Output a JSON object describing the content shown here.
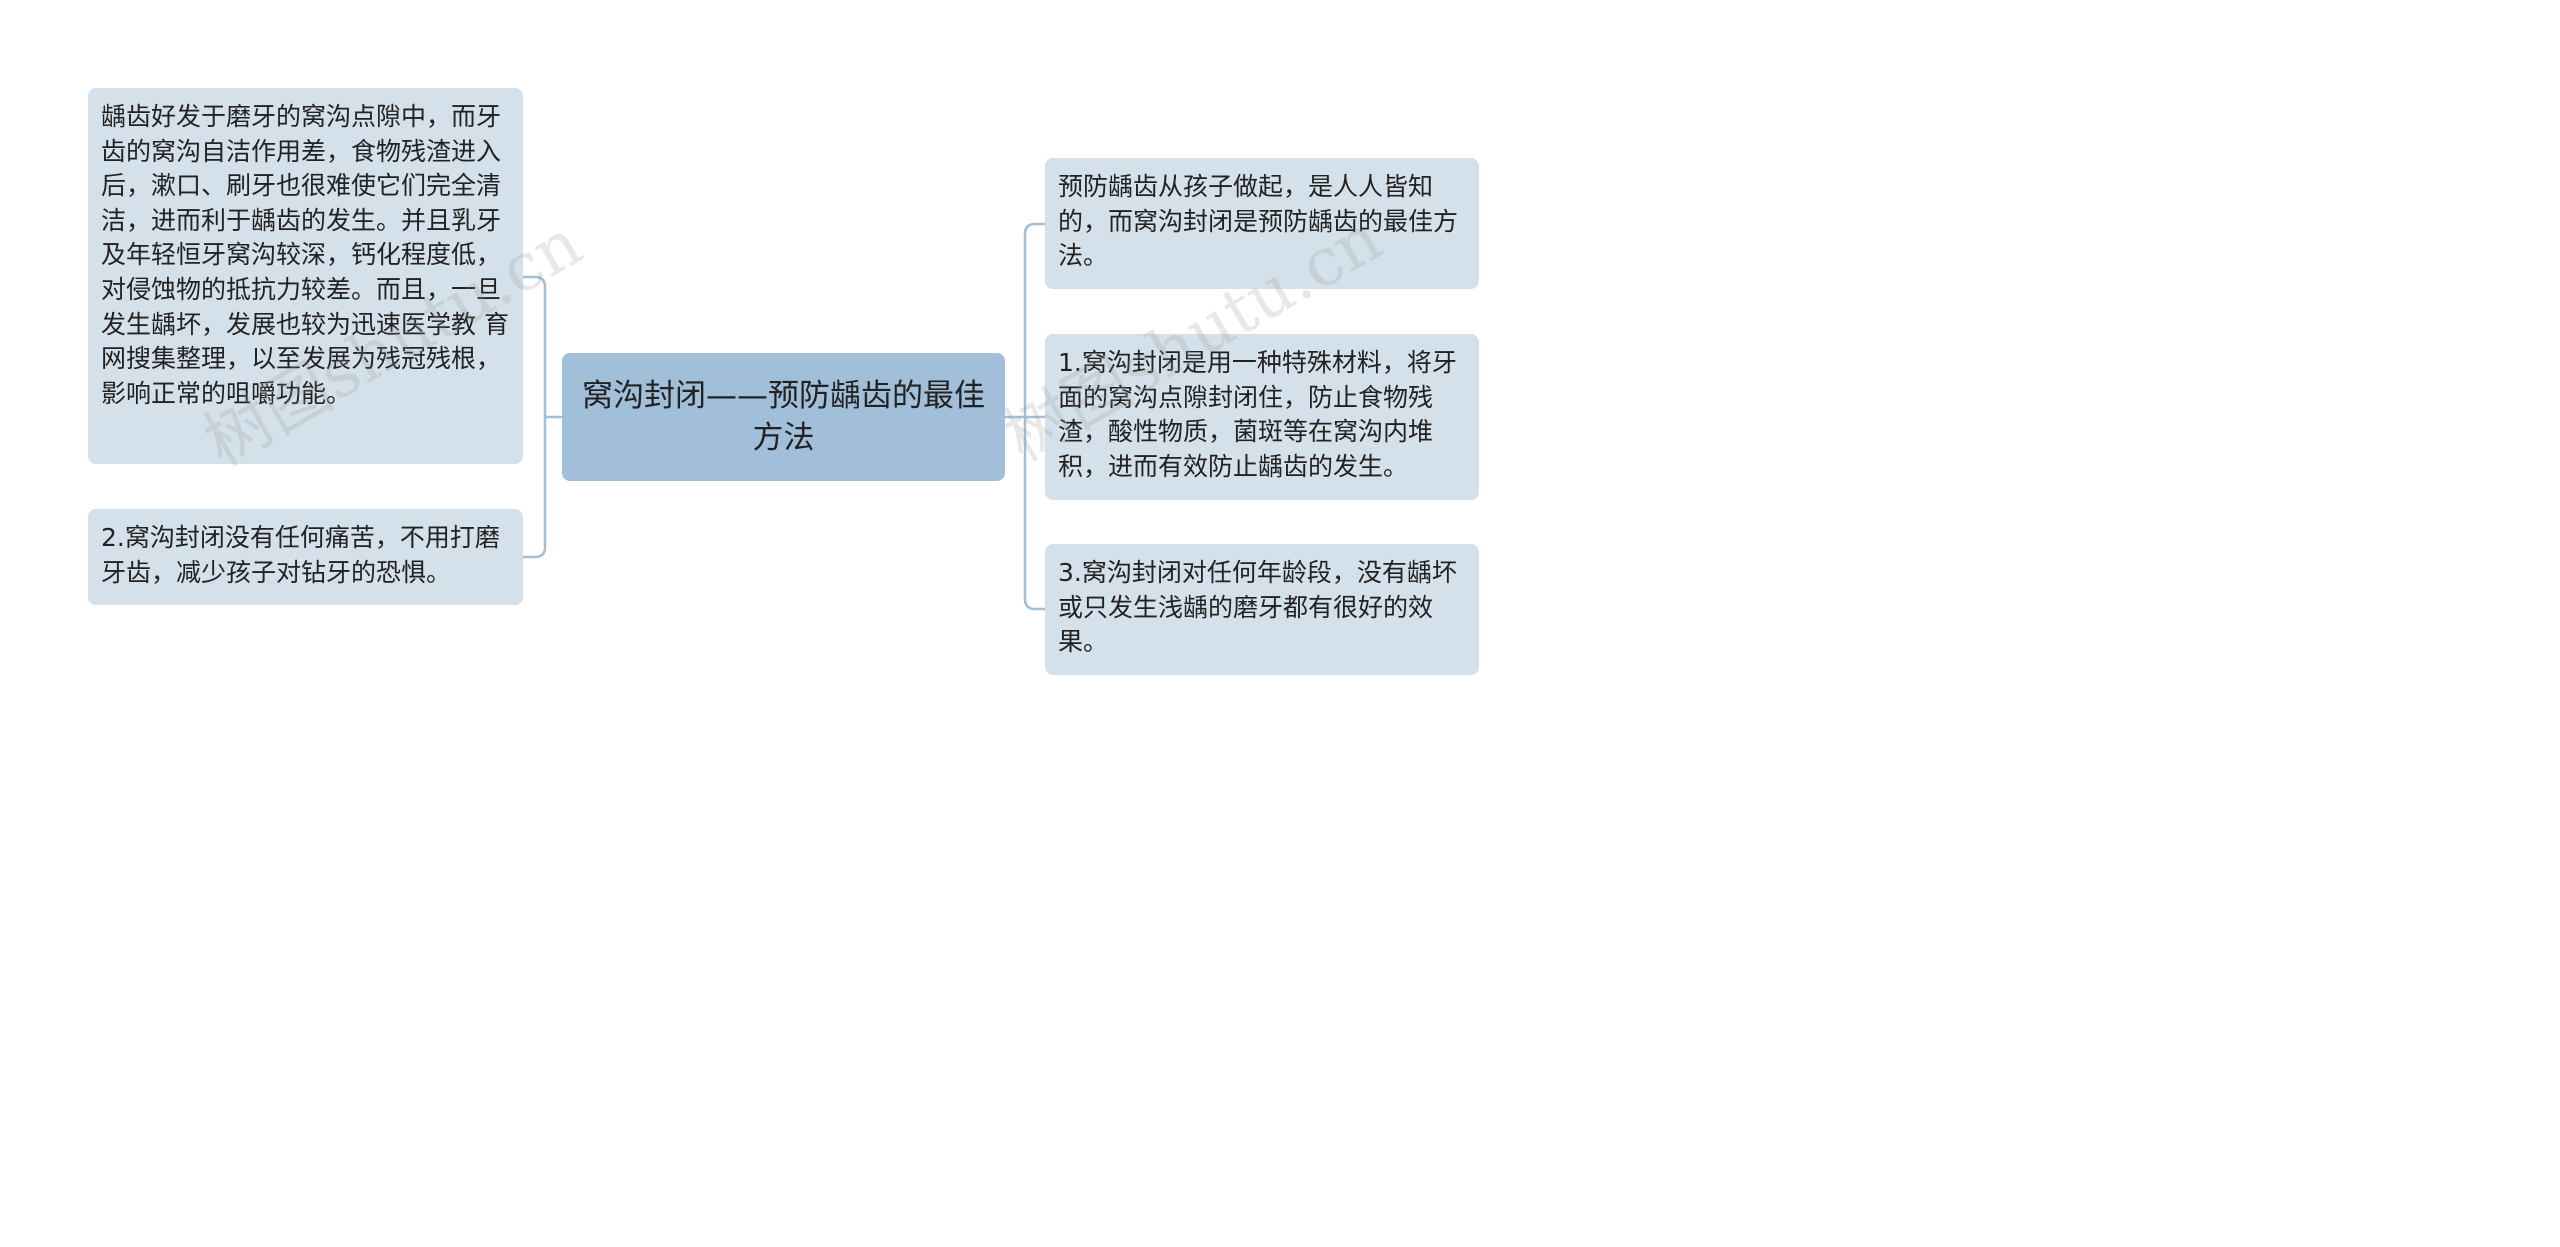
{
  "diagram": {
    "central_topic": "窝沟封闭——预防龋齿的最佳方法",
    "left_branches": [
      "龋齿好发于磨牙的窝沟点隙中，而牙齿的窝沟自洁作用差，食物残渣进入后，漱口、刷牙也很难使它们完全清洁，进而利于龋齿的发生。并且乳牙及年轻恒牙窝沟较深，钙化程度低，对侵蚀物的抵抗力较差。而且，一旦发生龋坏，发展也较为迅速医学教 育网搜集整理，以至发展为残冠残根，影响正常的咀嚼功能。",
      "2.窝沟封闭没有任何痛苦，不用打磨牙齿，减少孩子对钻牙的恐惧。"
    ],
    "right_branches": [
      "预防龋齿从孩子做起，是人人皆知的，而窝沟封闭是预防龋齿的最佳方法。",
      "1.窝沟封闭是用一种特殊材料，将牙面的窝沟点隙封闭住，防止食物残渣，酸性物质，菌斑等在窝沟内堆积，进而有效防止龋齿的发生。",
      "3.窝沟封闭对任何年龄段，没有龋坏或只发生浅龋的磨牙都有很好的效果。"
    ]
  },
  "watermarks": [
    "树图shutu.cn",
    "树图shutu.cn"
  ],
  "colors": {
    "central_fill": "#a1bfd9",
    "branch_fill": "#d4e0ea",
    "connector": "#a1bfd9",
    "text": "#222222"
  }
}
